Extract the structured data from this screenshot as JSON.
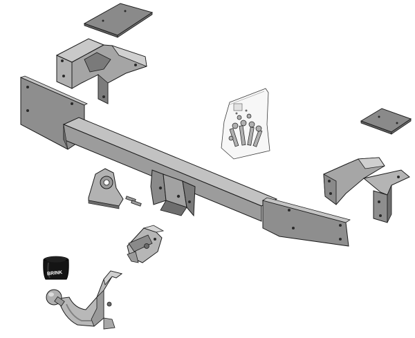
{
  "exploded_view": {
    "parts": [
      {
        "name": "left-mounting-plate"
      },
      {
        "name": "left-side-bracket"
      },
      {
        "name": "main-crossbar"
      },
      {
        "name": "hardware-bag"
      },
      {
        "name": "right-mounting-plate"
      },
      {
        "name": "right-side-bracket"
      },
      {
        "name": "electrical-socket-plate"
      },
      {
        "name": "tow-hitch-receiver"
      },
      {
        "name": "detachable-coupling-lock"
      },
      {
        "name": "tow-ball-cover"
      },
      {
        "name": "swan-neck-tow-ball"
      }
    ],
    "cover_brand": "BRINK",
    "colors": {
      "metal_light": "#b9b9b9",
      "metal_mid": "#8f8f8f",
      "metal_dark": "#5e5e5e",
      "outline": "#1a1a1a",
      "cover_black": "#141414",
      "background": "#ffffff"
    }
  }
}
